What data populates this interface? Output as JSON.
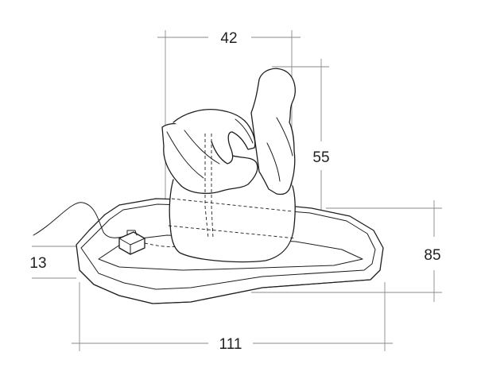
{
  "dimensions": {
    "figure_width": "42",
    "figure_height": "55",
    "overall_height": "85",
    "basin_depth": "13",
    "overall_width": "111"
  },
  "colors": {
    "line": "#1e1e1e",
    "dimension_line": "#8a8a8a",
    "background": "#ffffff"
  }
}
